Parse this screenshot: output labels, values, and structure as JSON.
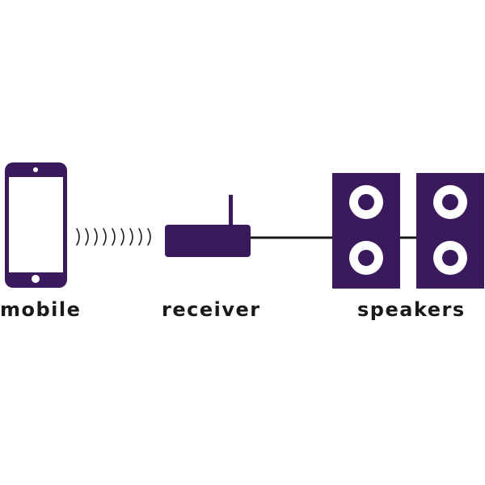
{
  "colors": {
    "device": "#3a1a5c",
    "screen": "#ffffff",
    "cable": "#1a1a1a",
    "signal": "#1a1a1a",
    "text": "#1a1a1a",
    "background": "#ffffff"
  },
  "nodes": [
    {
      "id": "mobile",
      "label": "mobile",
      "icon": "smartphone-icon"
    },
    {
      "id": "receiver",
      "label": "receiver",
      "icon": "wireless-receiver-icon"
    },
    {
      "id": "speakers",
      "label": "speakers",
      "icon": "speaker-pair-icon"
    }
  ],
  "connections": [
    {
      "from": "mobile",
      "to": "receiver",
      "kind": "wireless"
    },
    {
      "from": "receiver",
      "to": "speakers",
      "kind": "cable"
    }
  ]
}
